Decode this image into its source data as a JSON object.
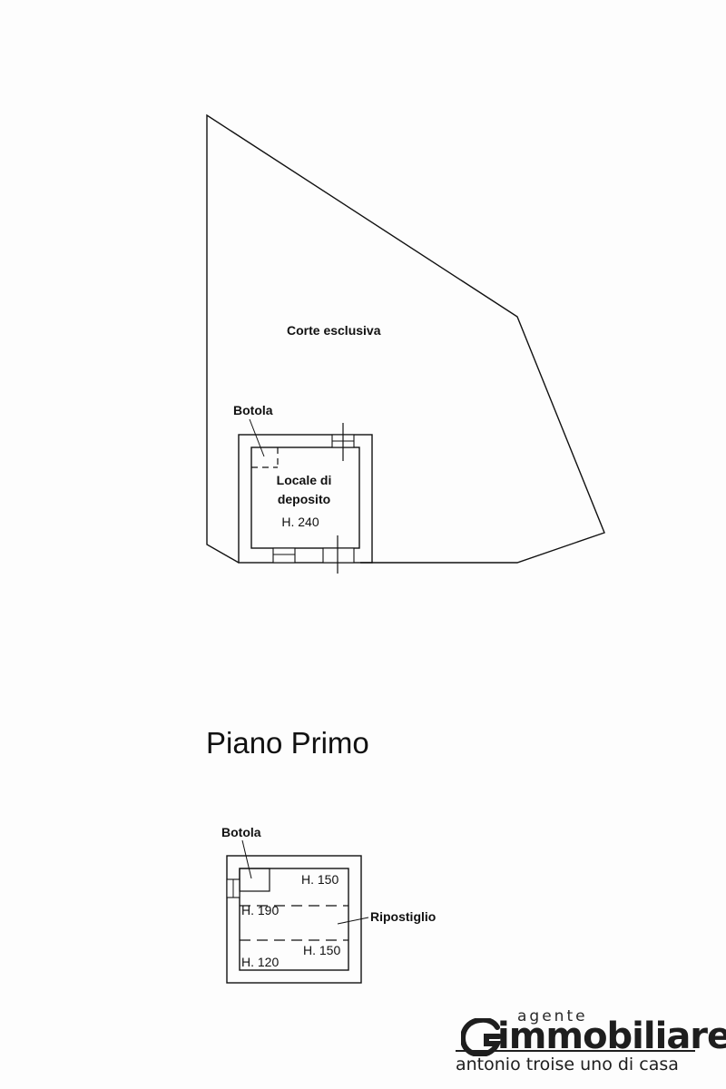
{
  "ground_floor": {
    "court_label": "Corte esclusiva",
    "hatch_label": "Botola",
    "room_name_line1": "Locale di",
    "room_name_line2": "deposito",
    "room_height": "H. 240"
  },
  "first_floor": {
    "heading": "Piano Primo",
    "hatch_label": "Botola",
    "storage_label": "Ripostiglio",
    "height_top_right": "H. 150",
    "height_mid_left": "H. 190",
    "height_lower_right": "H. 150",
    "height_bottom_left": "H. 120"
  },
  "watermark": {
    "agente": "agente",
    "brand": "immobiliare",
    "tagline": "antonio troise uno di casa"
  }
}
